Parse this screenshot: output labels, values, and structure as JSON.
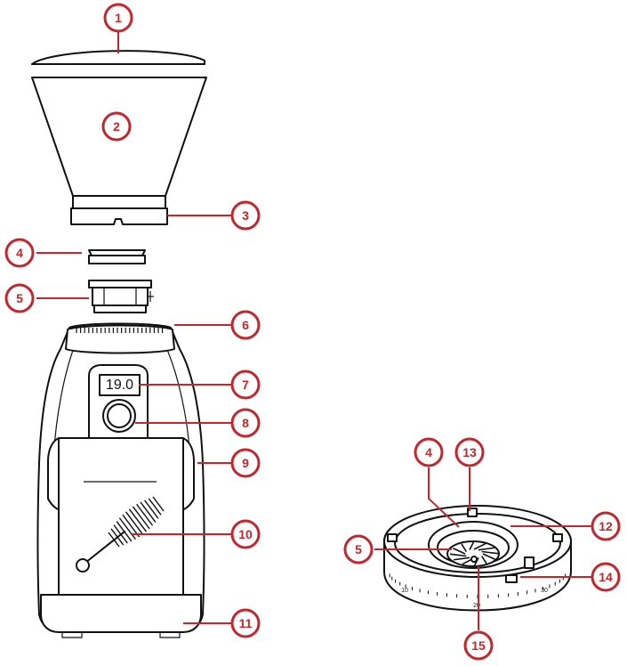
{
  "colors": {
    "accent": "#c1272d",
    "ink": "#111111",
    "background": "#ffffff"
  },
  "display": {
    "value": "19.0"
  },
  "dial": {
    "ticks": [
      "10",
      "20",
      "30"
    ]
  },
  "callouts": {
    "c1": "1",
    "c2": "2",
    "c3": "3",
    "c4": "4",
    "c5": "5",
    "c6": "6",
    "c7": "7",
    "c8": "8",
    "c9": "9",
    "c10": "10",
    "c11": "11",
    "c4b": "4",
    "c13": "13",
    "c12": "12",
    "c5b": "5",
    "c14": "14",
    "c15": "15"
  }
}
